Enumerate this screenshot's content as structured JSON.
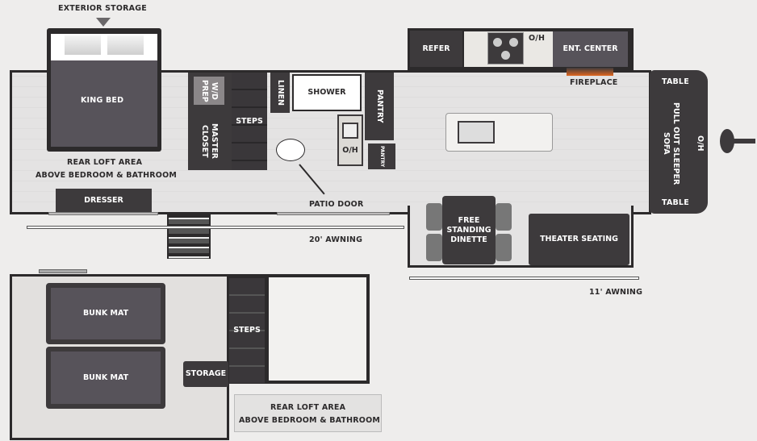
{
  "labels": {
    "exterior_storage": "EXTERIOR STORAGE",
    "king_bed": "KING BED",
    "rear_loft_1": "REAR LOFT AREA",
    "rear_loft_2": "ABOVE BEDROOM & BATHROOM",
    "dresser": "DRESSER",
    "wd_prep": "W/D PREP",
    "master_closet": "MASTER CLOSET",
    "steps": "STEPS",
    "linen": "LINEN",
    "shower": "SHOWER",
    "pantry": "PANTRY",
    "pantry_small": "PANTRY",
    "oh_bath": "O/H",
    "patio_door": "PATIO DOOR",
    "awning_20": "20' AWNING",
    "refer": "REFER",
    "oh_kitchen": "O/H",
    "ent_center": "ENT. CENTER",
    "fireplace": "FIREPLACE",
    "table_top": "TABLE",
    "table_bottom": "TABLE",
    "sleeper_sofa": "PULL OUT SLEEPER SOFA",
    "oh_front": "O/H",
    "dinette": "FREE STANDING DINETTE",
    "theater_seating": "THEATER SEATING",
    "awning_11": "11' AWNING"
  },
  "loft": {
    "bunk_mat_1": "BUNK MAT",
    "bunk_mat_2": "BUNK MAT",
    "storage": "STORAGE",
    "steps": "STEPS",
    "rear_loft_1": "REAR LOFT AREA",
    "rear_loft_2": "ABOVE BEDROOM & BATHROOM"
  },
  "colors": {
    "wall": "#2c2a2b",
    "furniture": "#3d3a3c",
    "floor": "#e4e3e3",
    "fire": "#e0661e"
  }
}
